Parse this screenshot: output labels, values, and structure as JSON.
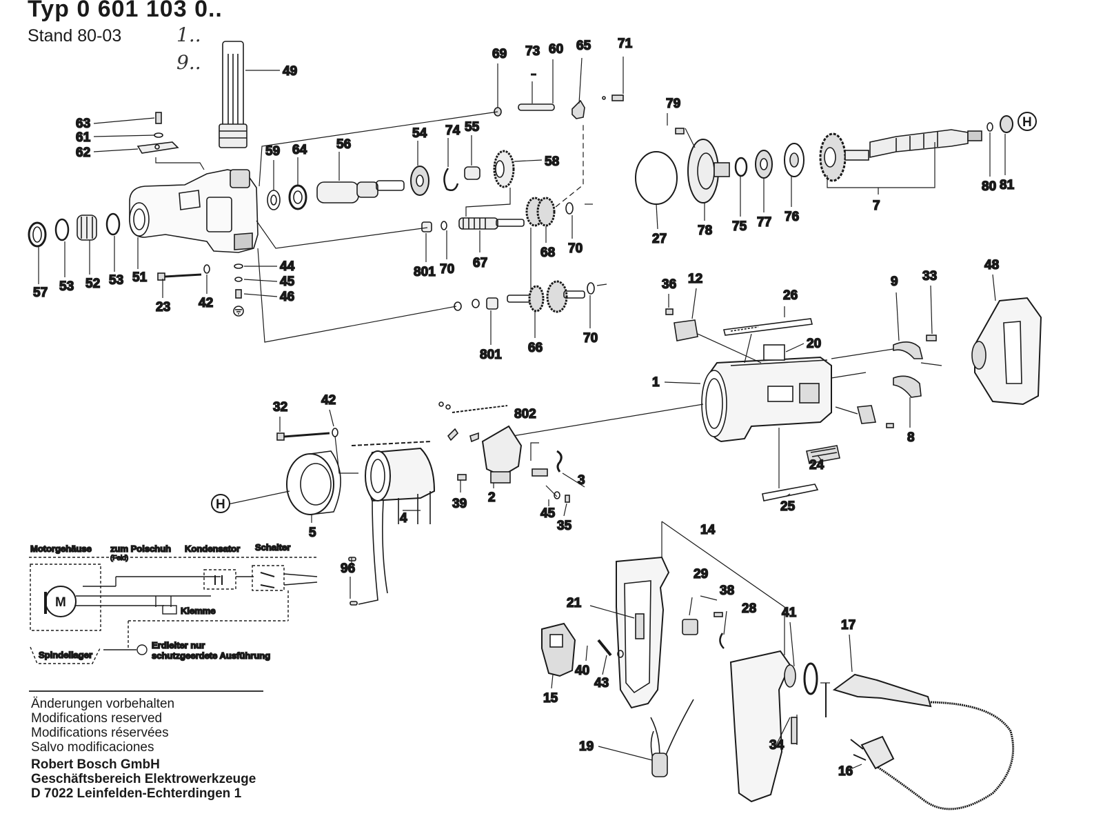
{
  "header": {
    "typ": "Typ 0 601 103 0..",
    "stand": "Stand 80-03",
    "hand_1": "1..",
    "hand_2": "9.."
  },
  "labels": {
    "l63": "63",
    "l61": "61",
    "l62": "62",
    "l49": "49",
    "l59": "59",
    "l64": "64",
    "l56": "56",
    "l54": "54",
    "l74": "74",
    "l55": "55",
    "l58": "58",
    "l69": "69",
    "l73": "73",
    "l60": "60",
    "l65": "65",
    "l71": "71",
    "l79": "79",
    "l80": "80",
    "l81": "81",
    "l7": "7",
    "l27": "27",
    "l78": "78",
    "l75": "75",
    "l77": "77",
    "l76": "76",
    "l57": "57",
    "l53a": "53",
    "l52": "52",
    "l53b": "53",
    "l51": "51",
    "l23": "23",
    "l42a": "42",
    "l44": "44",
    "l45a": "45",
    "l46": "46",
    "l801a": "801",
    "l70a": "70",
    "l67": "67",
    "l68": "68",
    "l70b": "70",
    "l801b": "801",
    "l66": "66",
    "l70c": "70",
    "l36": "36",
    "l12": "12",
    "l26": "26",
    "l9": "9",
    "l33": "33",
    "l48": "48",
    "l20": "20",
    "l1": "1",
    "l8": "8",
    "l24": "24",
    "l25": "25",
    "l32": "32",
    "l42b": "42",
    "l802": "802",
    "l3": "3",
    "l39": "39",
    "l2": "2",
    "l45b": "45",
    "l35": "35",
    "l4": "4",
    "l5": "5",
    "l96": "96",
    "l14": "14",
    "l29": "29",
    "l38": "38",
    "l28": "28",
    "l41": "41",
    "l17": "17",
    "l21": "21",
    "l40": "40",
    "l43": "43",
    "l15": "15",
    "l19": "19",
    "l34": "34",
    "l16": "16",
    "lH1": "H",
    "lH2": "H"
  },
  "wiring": {
    "motorgehaeuse": "Motorgehäuse",
    "zum_polschuh": "zum Polschuh",
    "feld": "(Feld)",
    "kondensator": "Kondensator",
    "schalter": "Schalter",
    "klemme": "Klemme",
    "motor": "M",
    "erdleiter_1": "Erdleiter nur",
    "erdleiter_2": "schutzgeerdete Ausführung",
    "spindellager": "Spindellager"
  },
  "footer": {
    "de": "Änderungen vorbehalten",
    "en": "Modifications reserved",
    "fr": "Modifications réservées",
    "es": "Salvo modificaciones",
    "company": "Robert Bosch GmbH",
    "division": "Geschäftsbereich Elektrowerkzeuge",
    "address": "D 7022 Leinfelden-Echterdingen 1"
  }
}
